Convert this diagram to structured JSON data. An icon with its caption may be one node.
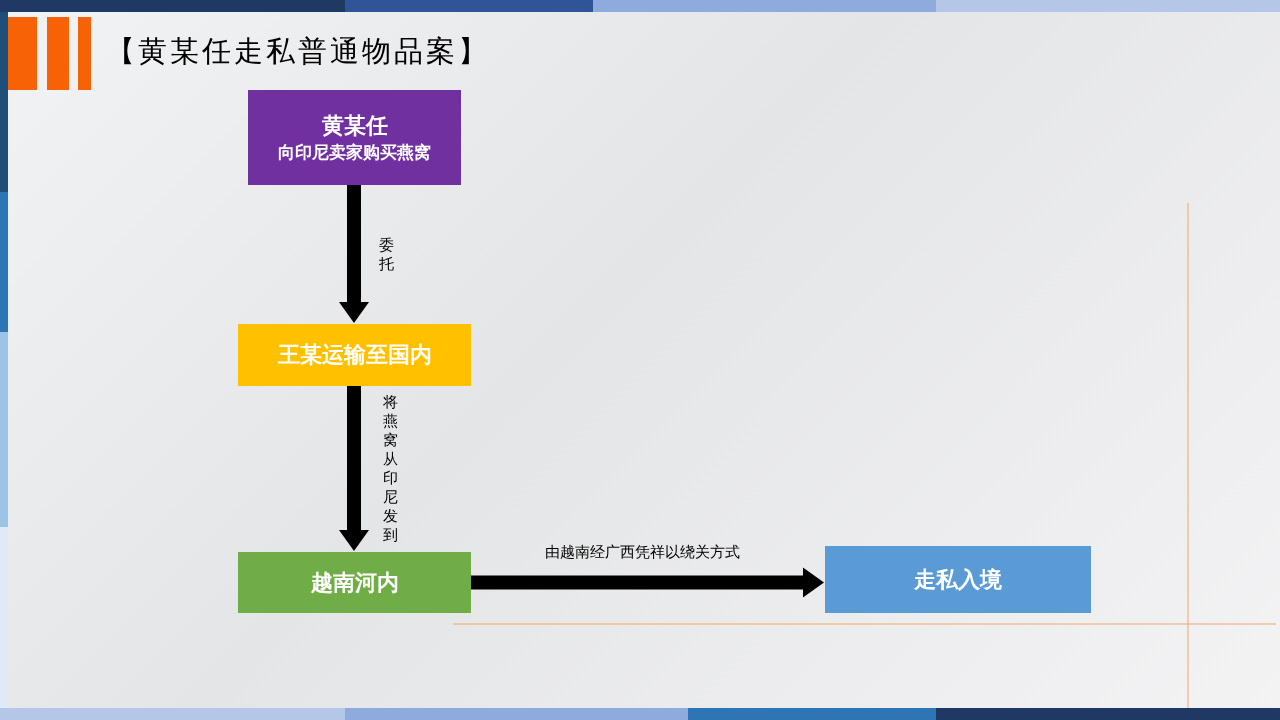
{
  "diagram": {
    "title": "【黄某任走私普通物品案】",
    "nodes": [
      {
        "text": [
          "黄某任",
          "向印尼卖家购买燕窝"
        ]
      },
      {
        "text": [
          "王某运输至国内"
        ]
      },
      {
        "text": [
          "越南河内"
        ]
      },
      {
        "text": [
          "走私入境"
        ]
      }
    ],
    "edges": [
      {
        "from": 0,
        "to": 1,
        "arrow": "to",
        "label": "委托"
      },
      {
        "from": 1,
        "to": 2,
        "arrow": "to",
        "label": "将燕窝从印尼发到"
      },
      {
        "from": 2,
        "to": 3,
        "arrow": "to",
        "label": "由越南经广西凭祥以绕关方式"
      }
    ]
  }
}
